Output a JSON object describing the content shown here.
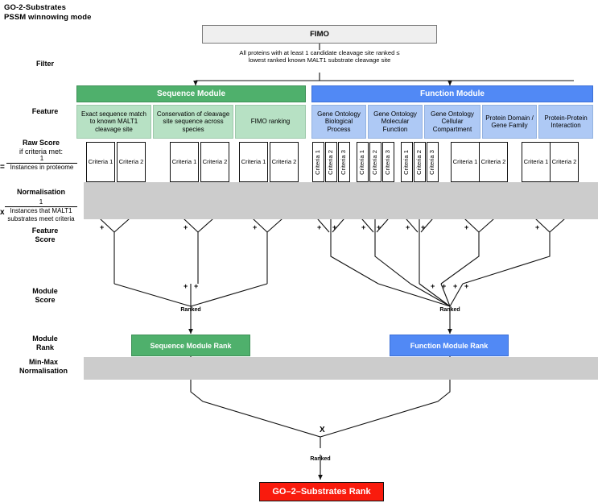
{
  "title": {
    "line1": "GO-2-Substrates",
    "line2": "PSSM winnowing mode"
  },
  "colors": {
    "sequence_module": "#4fb06c",
    "function_module": "#5189f5",
    "sequence_feature": "#b7e1c4",
    "function_feature": "#aec9f5",
    "band": "#cccccc",
    "final_rank": "#f91b0d",
    "fimo_box": "#efefef"
  },
  "top": {
    "fimo_label": "FIMO",
    "filter_label": "Filter",
    "filter_note": "All proteins with at least 1 candidate cleavage site ranked ≤ lowest ranked known MALT1 substrate cleavage site"
  },
  "row_labels": {
    "feature": "Feature",
    "raw_score": "Raw Score",
    "raw_score_sub": "if criteria met:",
    "raw_score_numerator": "1",
    "raw_score_denominator": "Instances in proteome",
    "raw_score_operator": "=",
    "normalisation": "Normalisation",
    "normalisation_numerator": "1",
    "normalisation_denominator": "Instances that MALT1 substrates meet criteria",
    "normalisation_operator": "x",
    "feature_score_l1": "Feature",
    "feature_score_l2": "Score",
    "module_score_l1": "Module",
    "module_score_l2": "Score",
    "module_rank_l1": "Module",
    "module_rank_l2": "Rank",
    "minmax_l1": "Min-Max",
    "minmax_l2": "Normalisation"
  },
  "modules": [
    {
      "id": "sequence",
      "header": "Sequence Module",
      "rank_label": "Sequence Module Rank",
      "features": [
        {
          "label": "Exact sequence match to known MALT1 cleavage site",
          "criteria": [
            "Criteria 1",
            "Criteria 2"
          ],
          "orientation": "horizontal"
        },
        {
          "label": "Conservation of cleavage site sequence across species",
          "criteria": [
            "Criteria 1",
            "Criteria 2"
          ],
          "orientation": "horizontal"
        },
        {
          "label": "FIMO ranking",
          "criteria": [
            "Criteria 1",
            "Criteria 2"
          ],
          "orientation": "horizontal"
        }
      ]
    },
    {
      "id": "function",
      "header": "Function Module",
      "rank_label": "Function Module Rank",
      "features": [
        {
          "label": "Gene Ontology Biological Process",
          "criteria": [
            "Criteria 1",
            "Criteria 2",
            "Criteria 3"
          ],
          "orientation": "vertical"
        },
        {
          "label": "Gene Ontology Molecular Function",
          "criteria": [
            "Criteria 1",
            "Criteria 2",
            "Criteria 3"
          ],
          "orientation": "vertical"
        },
        {
          "label": "Gene Ontology Cellular Compartment",
          "criteria": [
            "Criteria 1",
            "Criteria 2",
            "Criteria 3"
          ],
          "orientation": "vertical"
        },
        {
          "label": "Protein Domain / Gene Family",
          "criteria": [
            "Criteria 1",
            "Criteria 2"
          ],
          "orientation": "horizontal"
        },
        {
          "label": "Protein-Protein Interaction",
          "criteria": [
            "Criteria 1",
            "Criteria 2"
          ],
          "orientation": "horizontal"
        }
      ]
    }
  ],
  "operators": {
    "plus": "+",
    "times": "X",
    "ranked": "Ranked"
  },
  "final": {
    "label": "GO–2–Substrates Rank"
  }
}
